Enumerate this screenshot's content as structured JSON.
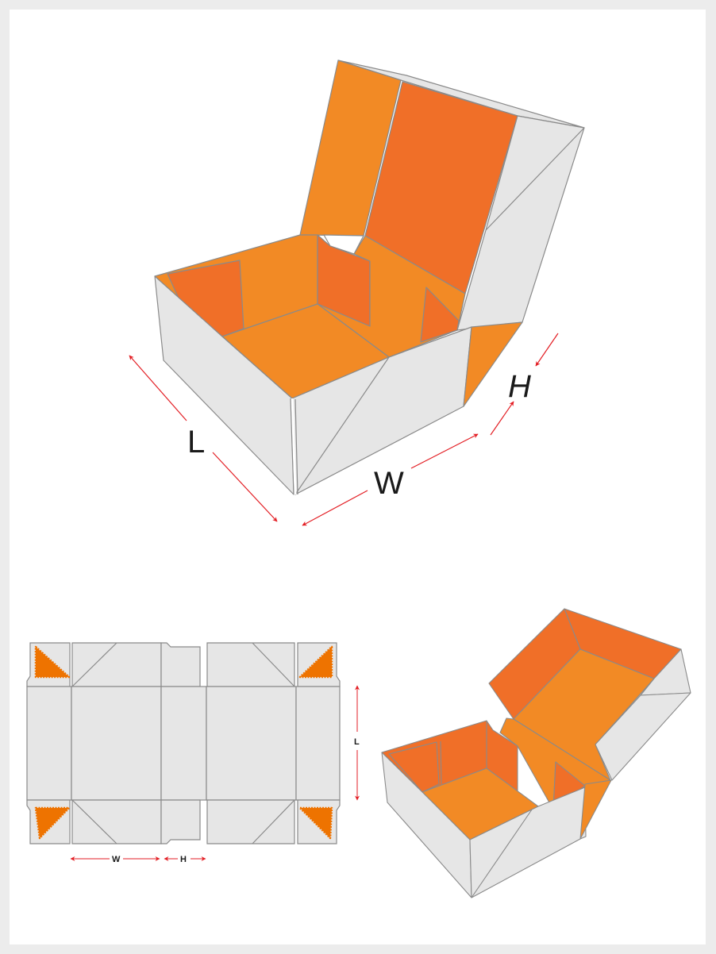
{
  "colors": {
    "page_bg": "#ececec",
    "canvas_bg": "#ffffff",
    "board_white": "#e6e6e6",
    "board_outline": "#8a8a8a",
    "orange_light": "#f28a25",
    "orange_dark": "#f06f28",
    "glue_orange": "#ee7300",
    "dimension_red": "#e31e24",
    "label_black": "#1a1a1a"
  },
  "main_illustration": {
    "description": "Open tuck-top mailer box, isometric view",
    "dimensions": {
      "length_label": "L",
      "width_label": "W",
      "height_label": "H"
    }
  },
  "dieline": {
    "description": "Flat dieline layout",
    "dimensions": {
      "width_label": "W",
      "height_label": "H",
      "length_label": "L"
    }
  },
  "small_illustration": {
    "description": "Open box with lid, isometric view"
  }
}
